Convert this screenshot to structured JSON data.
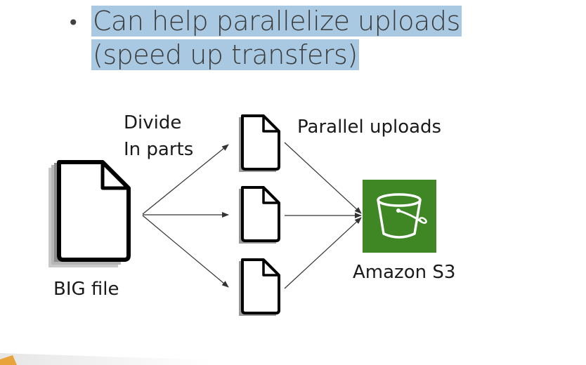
{
  "slide": {
    "bullet_text": "Can help parallelize uploads (speed up transfers)"
  },
  "diagram": {
    "source_label": "BIG file",
    "divide_label_line1": "Divide",
    "divide_label_line2": "In parts",
    "parallel_label": "Parallel uploads",
    "target_label": "Amazon S3",
    "colors": {
      "s3_tile": "#3f8624",
      "highlight": "#a9c9e2",
      "arrow": "#333333"
    },
    "icons": {
      "source": "document-icon",
      "parts": [
        "document-icon",
        "document-icon",
        "document-icon"
      ],
      "target": "s3-bucket-icon"
    }
  }
}
